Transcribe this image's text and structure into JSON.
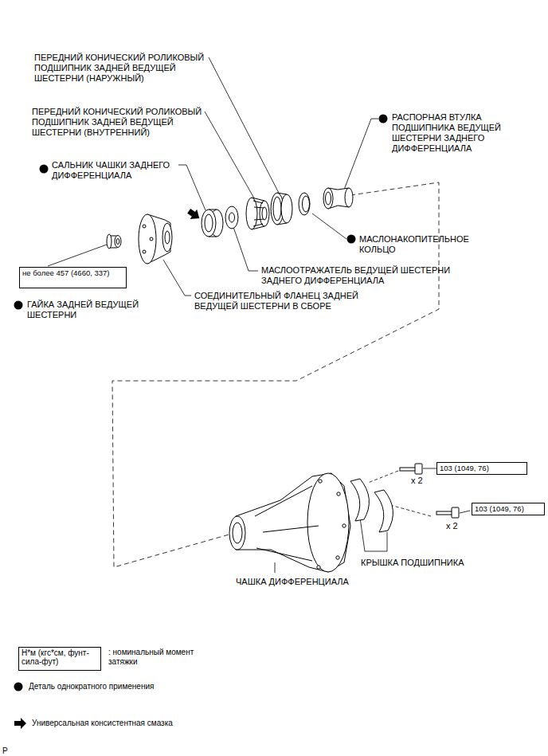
{
  "diagram": {
    "nodes": [
      {
        "text": [
          "не более 457 (4660, 337)"
        ]
      },
      {
        "text": [
          "103 (1049, 76)"
        ]
      },
      {
        "text": [
          "103 (1049, 76)"
        ]
      },
      {
        "text": [
          "Н*м (кгс*см, фунт-сила-фут)"
        ]
      }
    ],
    "labels": [
      "ПЕРЕДНИЙ КОНИЧЕСКИЙ РОЛИКОВЫЙ ПОДШИПНИК ЗАДНЕЙ ВЕДУЩЕЙ ШЕСТЕРНИ (НАРУЖНЫЙ)",
      "ПЕРЕДНИЙ КОНИЧЕСКИЙ РОЛИКОВЫЙ ПОДШИПНИК ЗАДНЕЙ ВЕДУЩЕЙ ШЕСТЕРНИ (ВНУТРЕННИЙ)",
      "САЛЬНИК ЧАШКИ ЗАДНЕГО ДИФФЕРЕНЦИАЛА",
      "РАСПОРНАЯ ВТУЛКА ПОДШИПНИКА ВЕДУЩЕЙ ШЕСТЕРНИ ЗАДНЕГО ДИФФЕРЕНЦИАЛА",
      "МАСЛОНАКОПИТЕЛЬНОЕ КОЛЬЦО",
      "МАСЛООТРАЖАТЕЛЬ ВЕДУЩЕЙ ШЕСТЕРНИ ЗАДНЕГО ДИФФЕРЕНЦИАЛА",
      "СОЕДИНИТЕЛЬНЫЙ ФЛАНЕЦ ЗАДНЕЙ ВЕДУЩЕЙ ШЕСТЕРНИ В СБОРЕ",
      "ГАЙКА ЗАДНЕЙ ВЕДУЩЕЙ ШЕСТЕРНИ",
      "x 2",
      "x 2",
      "КРЫШКА ПОДШИПНИКА",
      "ЧАШКА ДИФФЕРЕНЦИАЛА",
      "P"
    ],
    "legend": [
      {
        "text": ": номинальный момент затяжки"
      },
      {
        "text": "Деталь однократного применения"
      },
      {
        "text": "Универсальная консистентная смазка"
      }
    ]
  }
}
